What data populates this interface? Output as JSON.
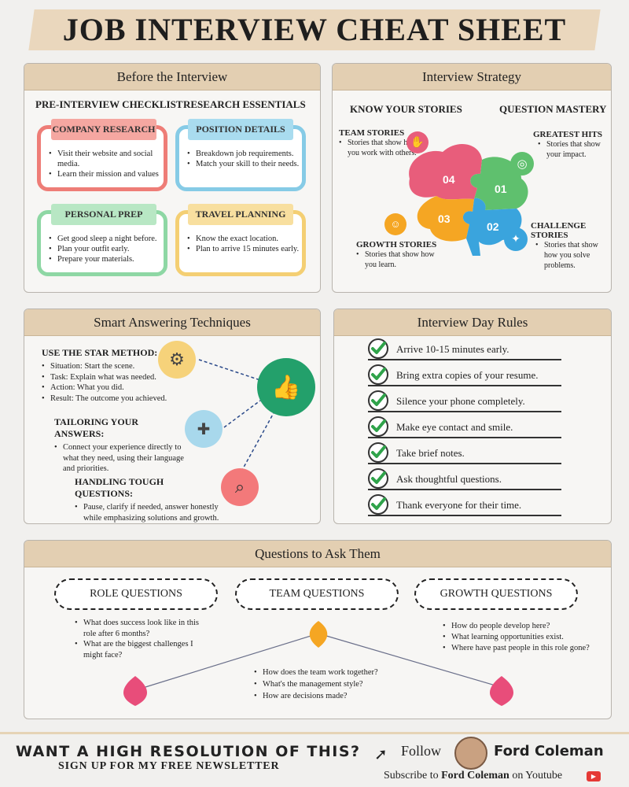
{
  "title": "JOB INTERVIEW CHEAT SHEET",
  "before": {
    "heading": "Before the Interview",
    "checklist_title": "PRE-INTERVIEW CHECKLIST",
    "research_title": "RESEARCH ESSENTIALS",
    "company": {
      "label": "COMPANY RESEARCH",
      "items": [
        "Visit their website and social media.",
        "Learn their mission and values"
      ]
    },
    "position": {
      "label": "POSITION DETAILS",
      "items": [
        "Breakdown job requirements.",
        "Match your skill to their needs."
      ]
    },
    "personal": {
      "label": "PERSONAL PREP",
      "items": [
        "Get good sleep a night before.",
        "Plan your outfit early.",
        "Prepare your materials."
      ]
    },
    "travel": {
      "label": "TRAVEL PLANNING",
      "items": [
        "Know the exact location.",
        "Plan to arrive 15 minutes early."
      ]
    }
  },
  "strategy": {
    "heading": "Interview Strategy",
    "know": "KNOW YOUR STORIES",
    "mastery": "QUESTION MASTERY",
    "team": {
      "title": "TEAM STORIES",
      "text": "Stories that show how you work with others."
    },
    "greatest": {
      "title": "GREATEST HITS",
      "text": "Stories that show your impact."
    },
    "growth": {
      "title": "GROWTH STORIES",
      "text": "Stories that show how you learn."
    },
    "challenge": {
      "title": "CHALLENGE STORIES",
      "text": "Stories that show how you solve problems."
    },
    "pieces": [
      "04",
      "01",
      "03",
      "02"
    ]
  },
  "answering": {
    "heading": "Smart Answering Techniques",
    "star": {
      "title": "USE THE STAR METHOD:",
      "items": [
        "Situation: Start the scene.",
        "Task: Explain what was needed.",
        "Action: What you did.",
        "Result: The outcome you achieved."
      ]
    },
    "tailor": {
      "title": "TAILORING YOUR ANSWERS:",
      "text": "Connect your experience directly to what they need, using their language and priorities."
    },
    "tough": {
      "title": "HANDLING TOUGH QUESTIONS:",
      "text": "Pause, clarify if needed, answer honestly while emphasizing solutions and growth."
    }
  },
  "rules": {
    "heading": "Interview Day Rules",
    "items": [
      "Arrive 10-15 minutes early.",
      "Bring extra copies of your resume.",
      "Silence your phone completely.",
      "Make eye contact and smile.",
      "Take brief notes.",
      "Ask thoughtful questions.",
      "Thank everyone for their time."
    ]
  },
  "questions": {
    "heading": "Questions to Ask Them",
    "role": {
      "title": "ROLE QUESTIONS",
      "items": [
        "What does success look like in this role after 6 months?",
        "What are the biggest challenges I might face?"
      ]
    },
    "team": {
      "title": "TEAM QUESTIONS",
      "items": [
        "How does the team work together?",
        "What's the management style?",
        "How are decisions made?"
      ]
    },
    "growth": {
      "title": "GROWTH QUESTIONS",
      "items": [
        "How do people develop here?",
        "What learning opportunities exist.",
        "Where have past people in this role gone?"
      ]
    }
  },
  "footer": {
    "line1": "WANT A HIGH RESOLUTION OF THIS?",
    "line2": "SIGN UP FOR MY FREE NEWSLETTER",
    "follow": "Follow",
    "name": "Ford Coleman",
    "subscribe_pre": "Subscribe to",
    "subscribe_name": "Ford Coleman",
    "subscribe_post": "on Youtube"
  },
  "colors": {
    "red": "#ee6b6b",
    "blue": "#6cc4e6",
    "green": "#7fd39a",
    "yellow": "#f4c95d",
    "accent": "#e6d3b6"
  }
}
